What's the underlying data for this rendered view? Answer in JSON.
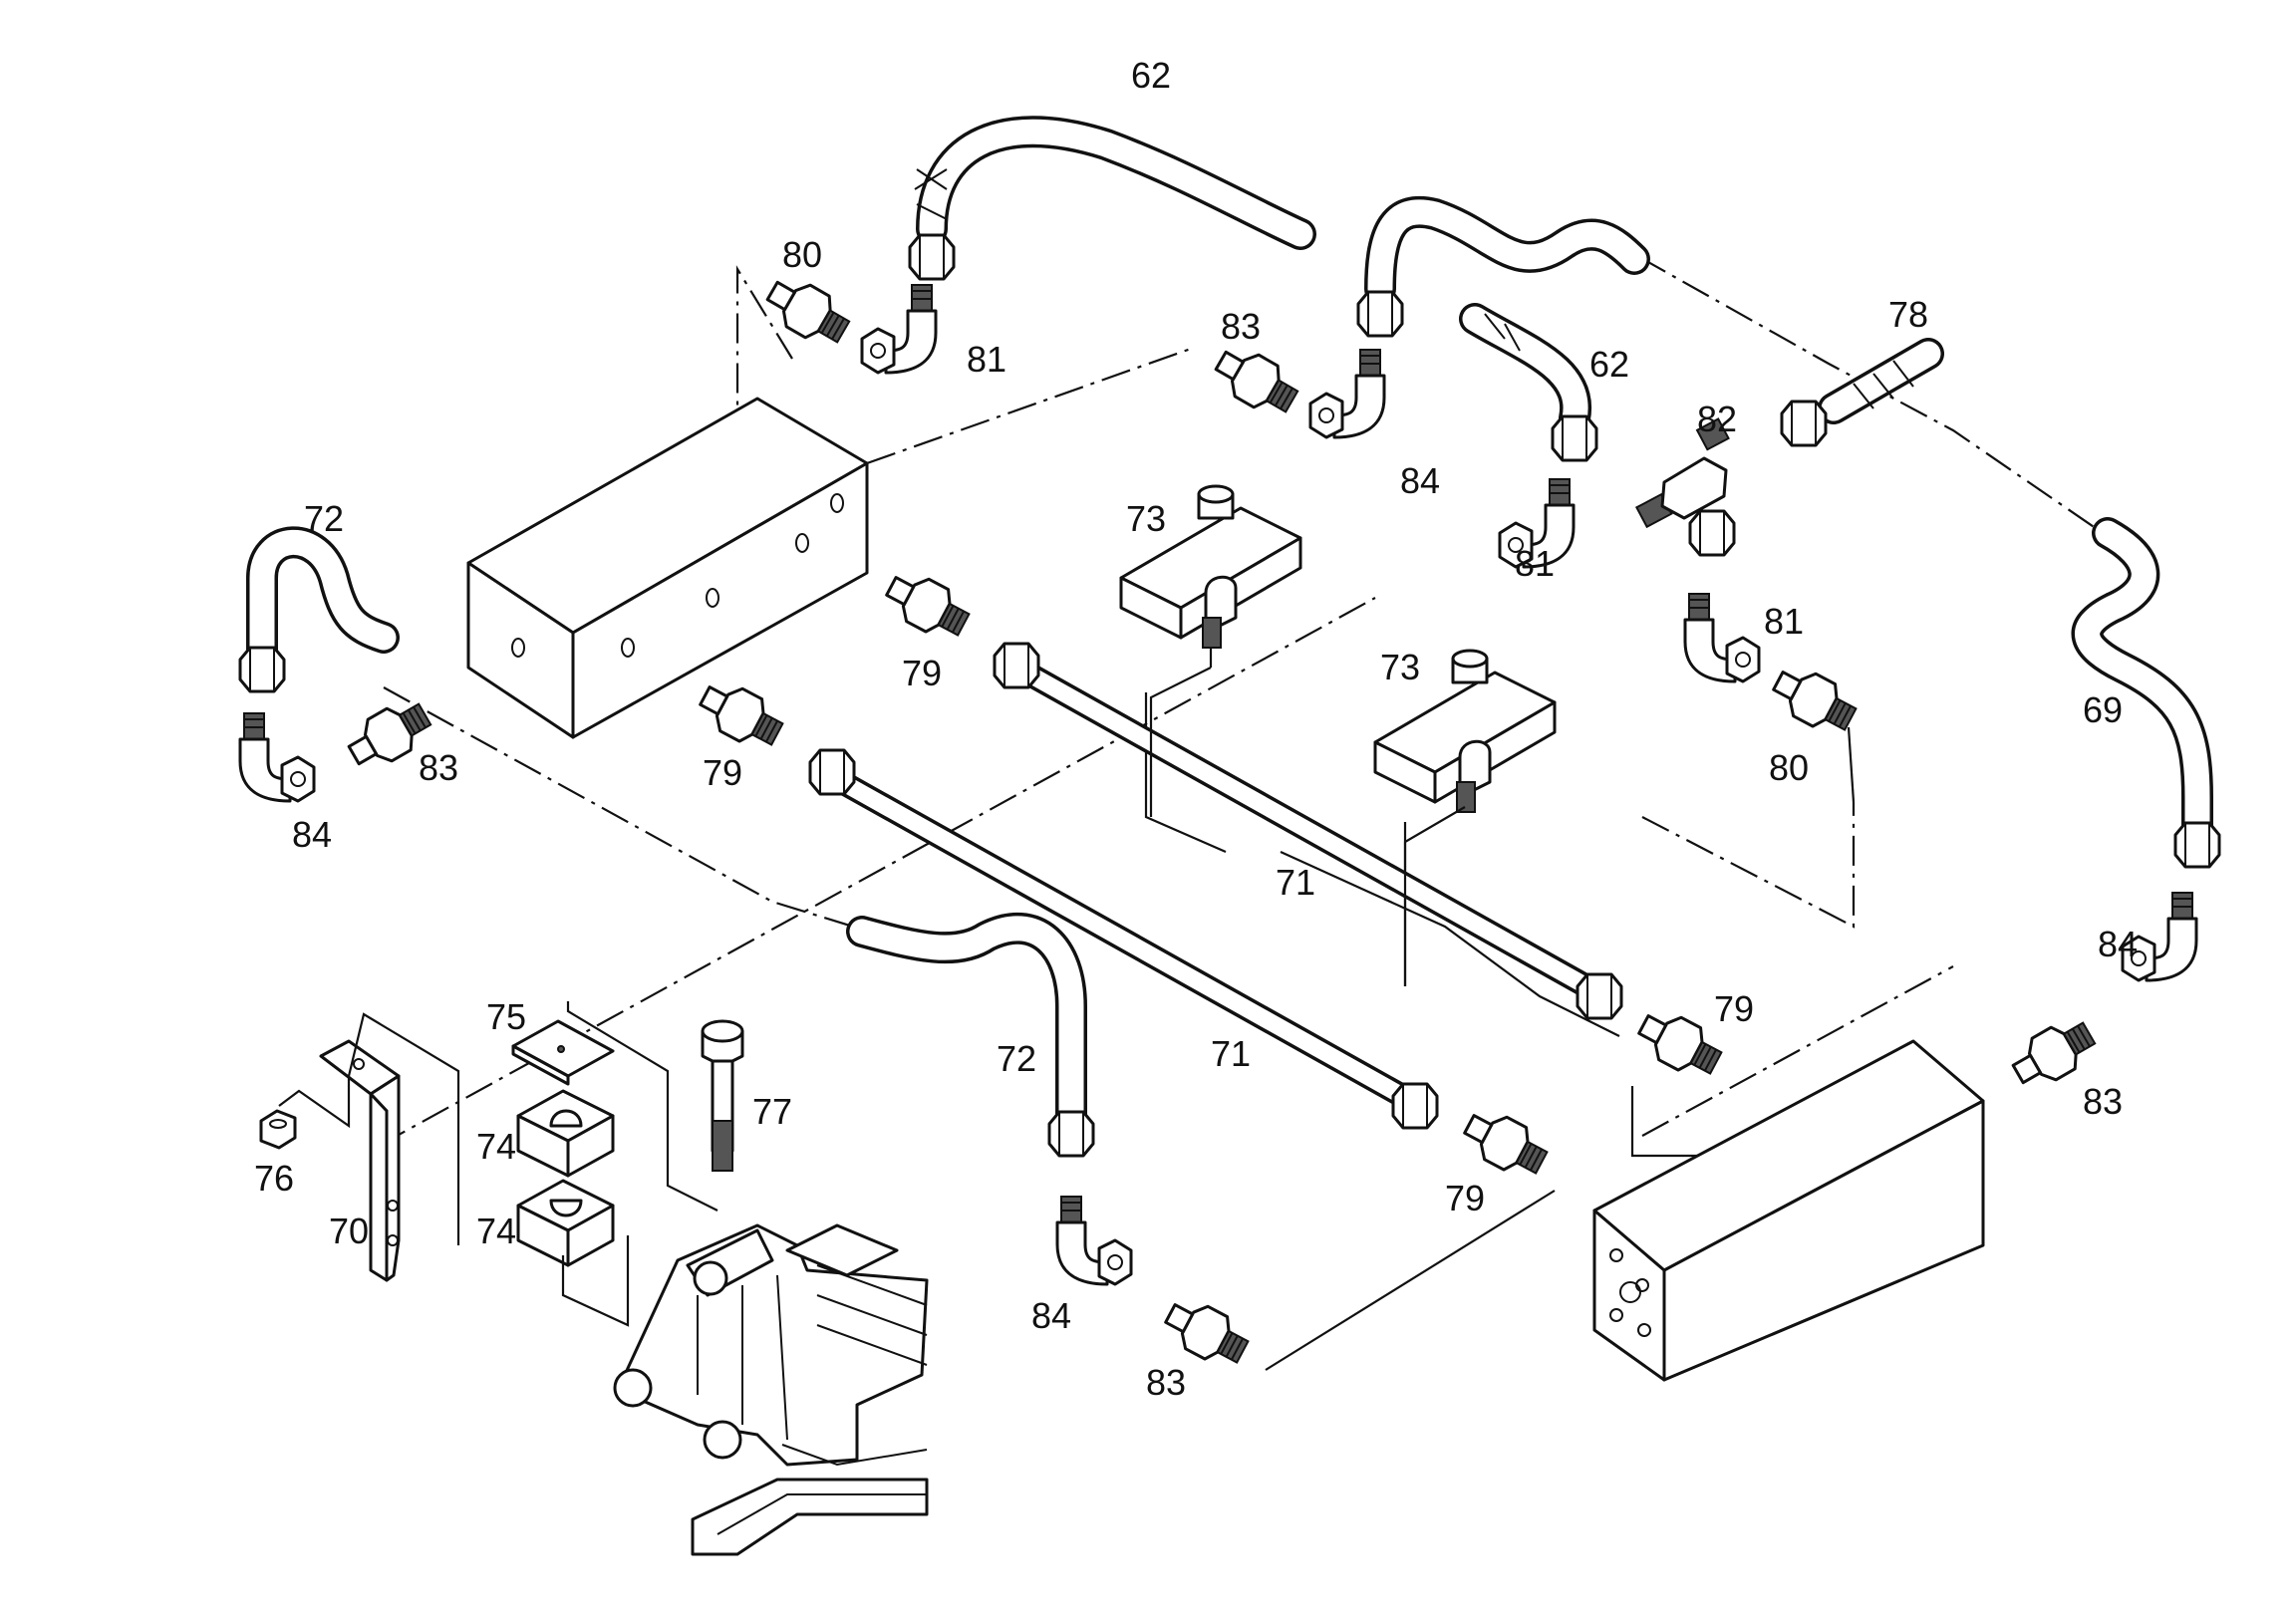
{
  "callouts": [
    {
      "id": "c62a",
      "text": "62"
    },
    {
      "id": "c80a",
      "text": "80"
    },
    {
      "id": "c81a",
      "text": "81"
    },
    {
      "id": "c83a",
      "text": "83"
    },
    {
      "id": "c84a",
      "text": "84"
    },
    {
      "id": "c62b",
      "text": "62"
    },
    {
      "id": "c78",
      "text": "78"
    },
    {
      "id": "c82",
      "text": "82"
    },
    {
      "id": "c81b",
      "text": "81"
    },
    {
      "id": "c81c",
      "text": "81"
    },
    {
      "id": "c80b",
      "text": "80"
    },
    {
      "id": "c69",
      "text": "69"
    },
    {
      "id": "c72a",
      "text": "72"
    },
    {
      "id": "c73a",
      "text": "73"
    },
    {
      "id": "c73b",
      "text": "73"
    },
    {
      "id": "c79a",
      "text": "79"
    },
    {
      "id": "c79b",
      "text": "79"
    },
    {
      "id": "c83b",
      "text": "83"
    },
    {
      "id": "c84b",
      "text": "84"
    },
    {
      "id": "c71a",
      "text": "71"
    },
    {
      "id": "c71b",
      "text": "71"
    },
    {
      "id": "c79c",
      "text": "79"
    },
    {
      "id": "c79d",
      "text": "79"
    },
    {
      "id": "c72b",
      "text": "72"
    },
    {
      "id": "c84c",
      "text": "84"
    },
    {
      "id": "c83c",
      "text": "83"
    },
    {
      "id": "c83d",
      "text": "83"
    },
    {
      "id": "c84d",
      "text": "84"
    },
    {
      "id": "c75",
      "text": "75"
    },
    {
      "id": "c74a",
      "text": "74"
    },
    {
      "id": "c74b",
      "text": "74"
    },
    {
      "id": "c77",
      "text": "77"
    },
    {
      "id": "c76",
      "text": "76"
    },
    {
      "id": "c70",
      "text": "70"
    }
  ]
}
